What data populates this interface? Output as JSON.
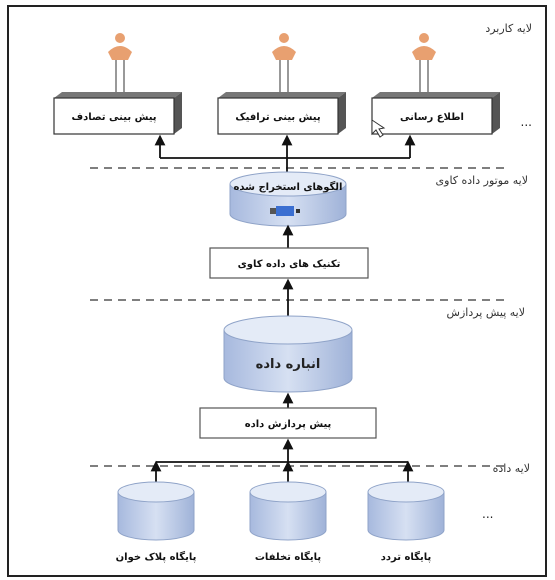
{
  "layers": {
    "user": "لایه کاربرد",
    "mining": "لایه موتور داده کاوی",
    "preprocessing": "لایه پیش پردازش",
    "data": "لایه داده"
  },
  "user_boxes": [
    {
      "label": "پیش بینی تصادف"
    },
    {
      "label": "پیش بینی ترافیک"
    },
    {
      "label": "اطلاع رسانی"
    }
  ],
  "ellipsis": "...",
  "pattern_db": "الگوهای استخراج شده",
  "mining_tech": "تکنیک های داده کاوی",
  "warehouse": "انباره داده",
  "preprocess": "پیش پردازش داده",
  "sources": [
    {
      "label": "پایگاه پلاک خوان"
    },
    {
      "label": "پایگاه تخلفات"
    },
    {
      "label": "پایگاه تردد"
    }
  ],
  "colors": {
    "cylinder": "#b9c8e6",
    "box_border": "#333333",
    "person": "#e8a070"
  },
  "icons": [
    "person-icon",
    "person-icon",
    "person-icon",
    "cursor-icon",
    "database-icon"
  ]
}
